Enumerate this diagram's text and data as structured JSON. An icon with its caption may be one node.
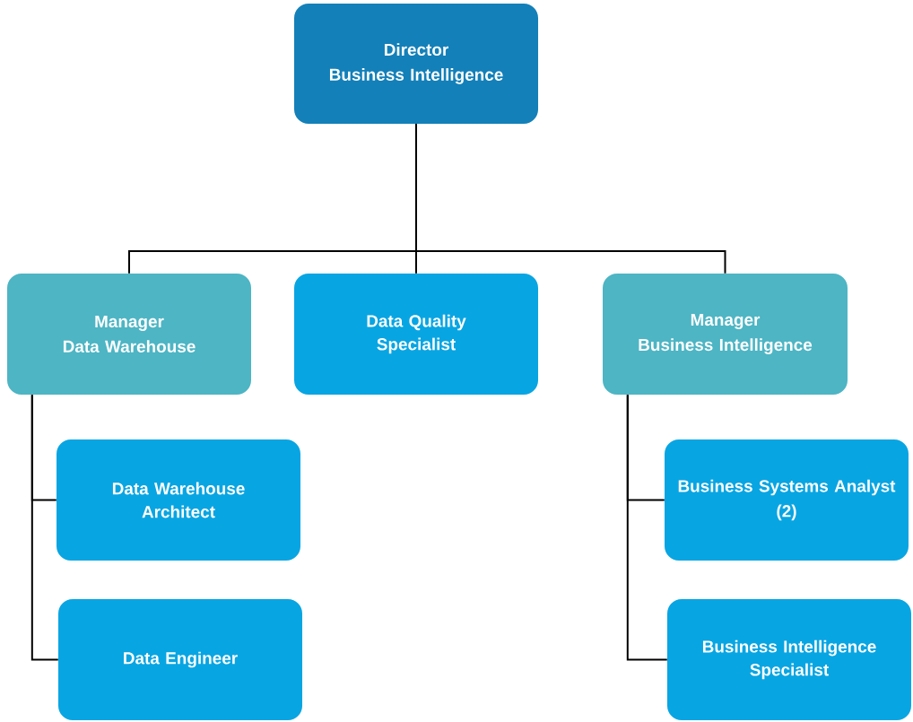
{
  "diagram": {
    "nodes": [
      {
        "text": [
          "Director",
          "Business Intelligence"
        ]
      },
      {
        "text": [
          "Manager",
          "Data Warehouse"
        ]
      },
      {
        "text": [
          "Data Quality Specialist"
        ]
      },
      {
        "text": [
          "Manager",
          "Business Intelligence"
        ]
      },
      {
        "text": [
          "Data Warehouse Architect"
        ]
      },
      {
        "text": [
          "Data Engineer"
        ]
      },
      {
        "text": [
          "Business Systems Analyst",
          "(2)"
        ]
      },
      {
        "text": [
          "Business Intelligence Specialist"
        ]
      }
    ],
    "edges": [
      {
        "from": 0,
        "to": 1,
        "arrow": "none"
      },
      {
        "from": 0,
        "to": 2,
        "arrow": "none"
      },
      {
        "from": 0,
        "to": 3,
        "arrow": "none"
      },
      {
        "from": 1,
        "to": 4,
        "arrow": "none"
      },
      {
        "from": 1,
        "to": 5,
        "arrow": "none"
      },
      {
        "from": 3,
        "to": 6,
        "arrow": "none"
      },
      {
        "from": 3,
        "to": 7,
        "arrow": "none"
      }
    ]
  }
}
